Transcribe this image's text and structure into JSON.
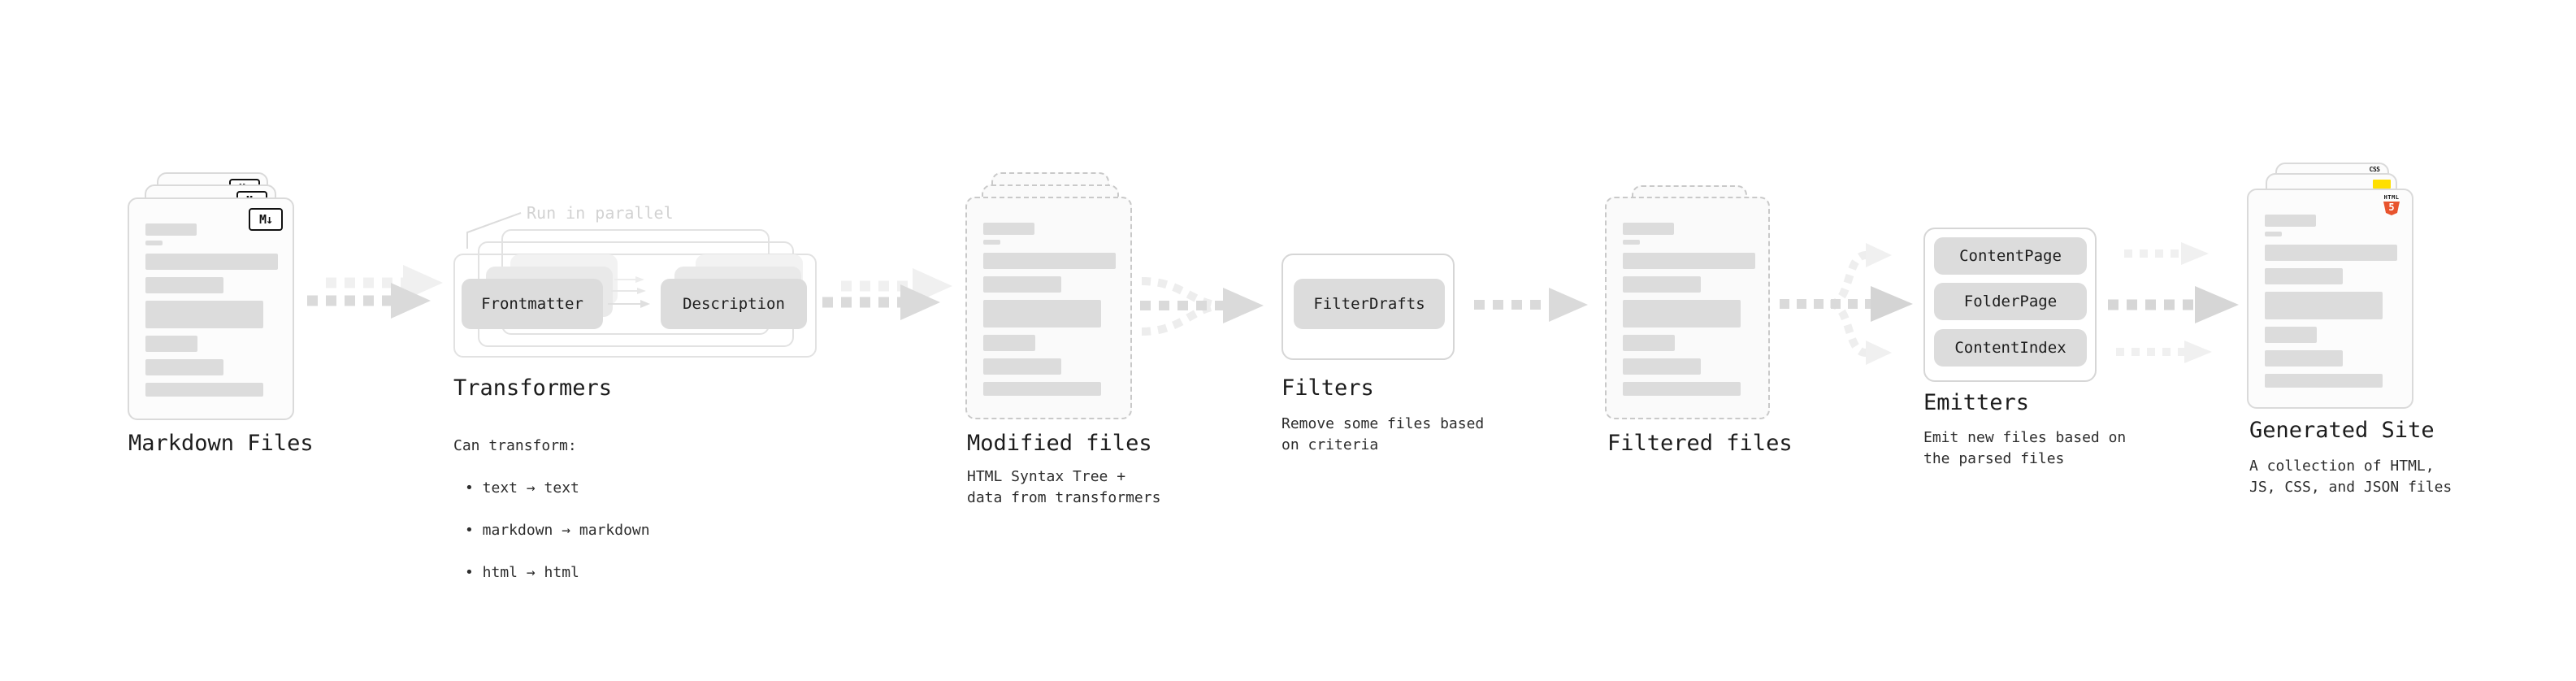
{
  "diagram": {
    "markdown_files": {
      "label": "Markdown Files",
      "badge": "M↓"
    },
    "transformers": {
      "label": "Transformers",
      "note": "Run in parallel",
      "pill_frontmatter": "Frontmatter",
      "pill_description": "Description",
      "desc_title": "Can transform:",
      "bullets": [
        "• text → text",
        "• markdown → markdown",
        "• html → html"
      ]
    },
    "modified_files": {
      "label": "Modified files",
      "desc": "HTML Syntax Tree +\ndata from transformers"
    },
    "filters": {
      "label": "Filters",
      "pill": "FilterDrafts",
      "desc": "Remove some files based\non criteria"
    },
    "filtered_files": {
      "label": "Filtered files"
    },
    "emitters": {
      "label": "Emitters",
      "pills": [
        "ContentPage",
        "FolderPage",
        "ContentIndex"
      ],
      "desc": "Emit new files based on\nthe parsed files"
    },
    "generated_site": {
      "label": "Generated Site",
      "desc": "A collection of HTML,\nJS, CSS, and JSON files",
      "html5_badge_label": "HTML",
      "html5_badge_number": "5",
      "css_badge_label": "CSS"
    },
    "colors": {
      "html5_orange": "#e8542e",
      "js_yellow": "#ffdf00",
      "css_blue": "#2968ff",
      "bar_gray": "#dcdcdc",
      "arrow_gray": "#dadada",
      "arrow_faint": "#f0f0f0",
      "text_dark": "#1c1c1c",
      "note_gray": "#d2d2d2"
    }
  }
}
